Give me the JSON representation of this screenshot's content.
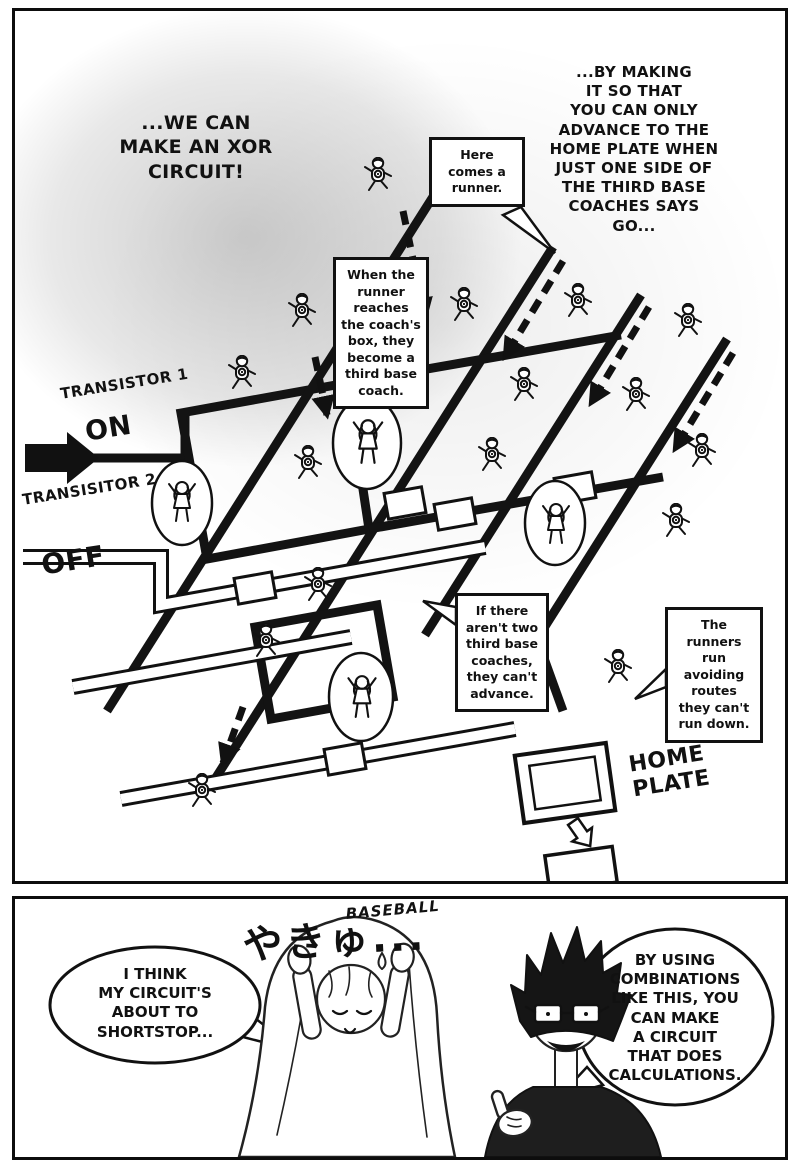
{
  "panel1": {
    "caption_left": "...WE CAN\nMAKE AN XOR\nCIRCUIT!",
    "caption_right": "...BY MAKING\nIT SO THAT\nYOU CAN ONLY\nADVANCE TO THE\nHOME PLATE WHEN\nJUST ONE SIDE OF\nTHE THIRD BASE\nCOACHES SAYS\nGO...",
    "bubbles": {
      "runner": "Here\ncomes a\nrunner.",
      "coach_box": "When the\nrunner\nreaches\nthe coach's\nbox, they\nbecome a\nthird base\ncoach.",
      "advance": "If there\naren't two\nthird base\ncoaches,\nthey can't\nadvance.",
      "avoid": "The\nrunners\nrun\navoiding\nroutes\nthey can't\nrun down."
    },
    "labels": {
      "transistor1": "TRANSISTOR 1",
      "transistor1_state": "ON",
      "transistor2": "TRANSISITOR 2",
      "transistor2_state": "OFF",
      "home_plate": "HOME\nPLATE"
    }
  },
  "panel2": {
    "sfx_en": "BASEBALL",
    "sfx_jp": "やきゅ...",
    "bubble_girl": "I THINK\nMY CIRCUIT'S\nABOUT TO\nSHORTSTOP...",
    "bubble_boy": "BY USING\nCOMBINATIONS\nLIKE THIS, YOU\nCAN MAKE\nA CIRCUIT\nTHAT DOES\nCALCULATIONS."
  },
  "colors": {
    "ink": "#111111",
    "paper": "#ffffff",
    "tone": "#c9c9c9"
  }
}
